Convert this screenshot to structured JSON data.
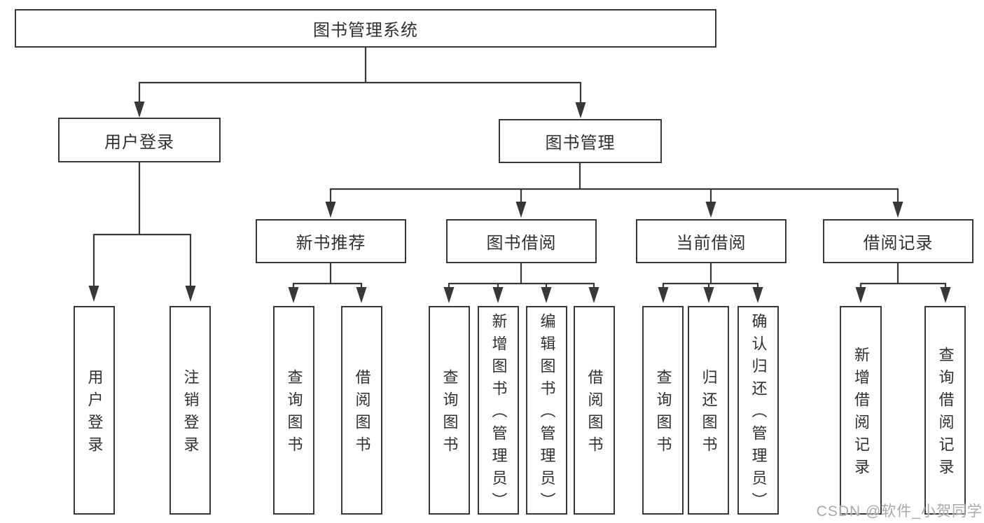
{
  "diagram": {
    "type": "hierarchy-tree",
    "watermark": "CSDN @软件_小贺同学",
    "colors": {
      "line": "#383838",
      "box_border": "#383838",
      "text": "#303030",
      "watermark": "#a9a9a9",
      "background": "#ffffff"
    }
  },
  "nodes": {
    "root": {
      "label": "图书管理系统"
    },
    "level2": [
      {
        "label": "用户登录",
        "parent": "图书管理系统"
      },
      {
        "label": "图书管理",
        "parent": "图书管理系统"
      }
    ],
    "level3": [
      {
        "label": "新书推荐",
        "parent": "图书管理"
      },
      {
        "label": "图书借阅",
        "parent": "图书管理"
      },
      {
        "label": "当前借阅",
        "parent": "图书管理"
      },
      {
        "label": "借阅记录",
        "parent": "图书管理"
      }
    ],
    "level4": [
      {
        "label": "用户登录",
        "parent": "用户登录"
      },
      {
        "label": "注销登录",
        "parent": "用户登录"
      },
      {
        "label": "查询图书",
        "parent": "新书推荐"
      },
      {
        "label": "借阅图书",
        "parent": "新书推荐"
      },
      {
        "label": "查询图书",
        "parent": "图书借阅"
      },
      {
        "label": "新增图书（管理员）",
        "parent": "图书借阅"
      },
      {
        "label": "编辑图书（管理员）",
        "parent": "图书借阅"
      },
      {
        "label": "借阅图书",
        "parent": "图书借阅"
      },
      {
        "label": "查询图书",
        "parent": "当前借阅"
      },
      {
        "label": "归还图书",
        "parent": "当前借阅"
      },
      {
        "label": "确认归还（管理员）",
        "parent": "当前借阅"
      },
      {
        "label": "新增借阅记录",
        "parent": "借阅记录"
      },
      {
        "label": "查询借阅记录",
        "parent": "借阅记录"
      }
    ]
  }
}
